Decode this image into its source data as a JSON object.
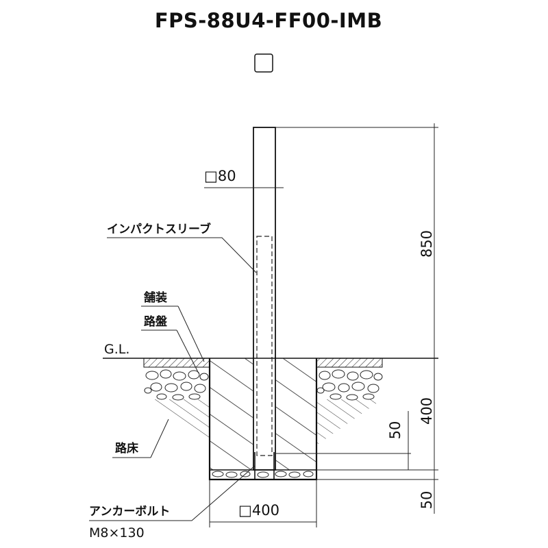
{
  "title": "FPS-88U4-FF00-IMB",
  "top_view_symbol": "□",
  "post": {
    "size_label": "□80",
    "height_label": "850",
    "sleeve_label": "インパクトスリーブ"
  },
  "layers": {
    "pavement": "舗装",
    "roadbed": "路盤",
    "ground_level": "G.L.",
    "subgrade": "路床"
  },
  "foundation": {
    "depth_label": "400",
    "embed_offset_label": "50",
    "base_label": "50",
    "width_label": "□400"
  },
  "anchor": {
    "name": "アンカーボルト",
    "spec": "M8×130"
  }
}
